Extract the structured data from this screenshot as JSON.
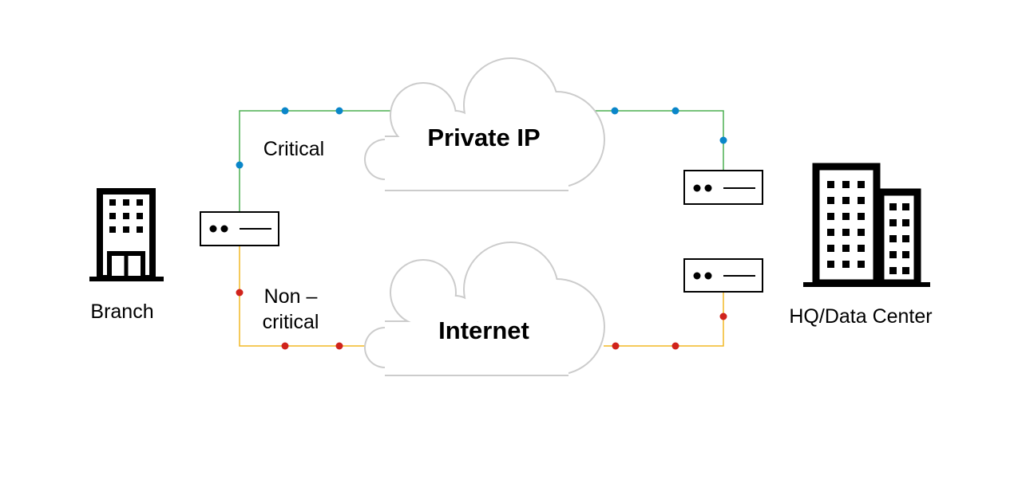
{
  "clouds": {
    "private": {
      "label": "Private IP"
    },
    "internet": {
      "label": "Internet"
    }
  },
  "paths": {
    "critical": {
      "label": "Critical",
      "line_color": "#4CAF50",
      "dot_color": "#0A86C9"
    },
    "noncritical": {
      "label_line1": "Non –",
      "label_line2": "critical",
      "line_color": "#F2B825",
      "dot_color": "#D0231C"
    }
  },
  "sites": {
    "branch": {
      "label": "Branch"
    },
    "hq": {
      "label": "HQ/Data Center"
    }
  }
}
